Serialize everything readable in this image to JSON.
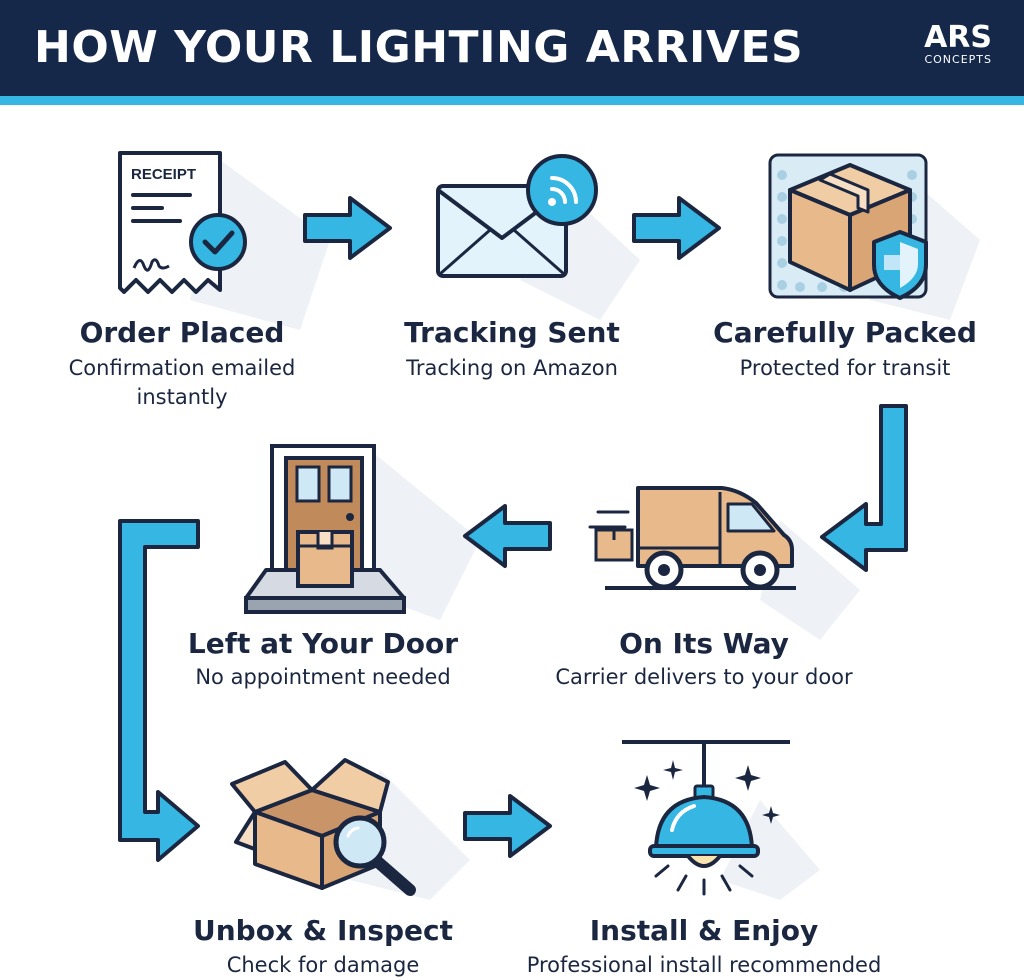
{
  "header": {
    "title": "HOW YOUR LIGHTING ARRIVES",
    "logo_main": "ARS",
    "logo_sub": "CONCEPTS"
  },
  "steps": [
    {
      "title": "Order Placed",
      "desc": "Confirmation emailed instantly",
      "icon": "receipt-check-icon"
    },
    {
      "title": "Tracking Sent",
      "desc": "Tracking on Amazon",
      "icon": "envelope-signal-icon"
    },
    {
      "title": "Carefully Packed",
      "desc": "Protected for transit",
      "icon": "box-shield-icon"
    },
    {
      "title": "On Its Way",
      "desc": "Carrier delivers to your door",
      "icon": "delivery-van-icon"
    },
    {
      "title": "Left at Your Door",
      "desc": "No appointment needed",
      "icon": "door-package-icon"
    },
    {
      "title": "Unbox & Inspect",
      "desc": "Check for damage",
      "icon": "open-box-magnifier-icon"
    },
    {
      "title": "Install & Enjoy",
      "desc": "Professional install recommended",
      "icon": "pendant-lamp-icon"
    }
  ],
  "receipt_label": "RECEIPT",
  "colors": {
    "navy": "#15284a",
    "accent": "#35b6e3",
    "outline": "#1b2740",
    "cardboard": "#e8b98a"
  }
}
